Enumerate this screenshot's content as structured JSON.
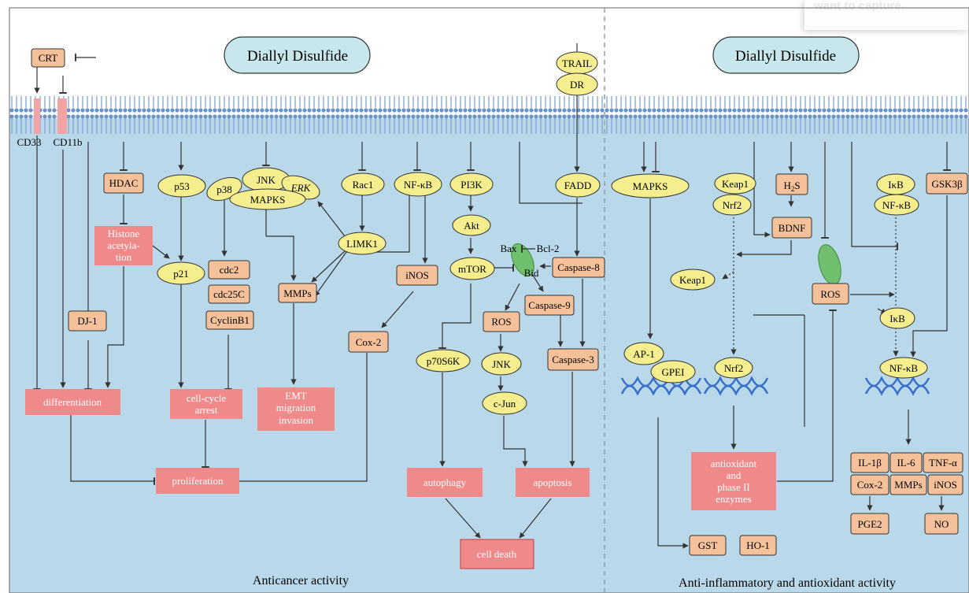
{
  "colors": {
    "cell": "#b9d9ea",
    "membrane": "#a9c8e6",
    "oval": "#f4ee8f",
    "orange_box": "#f4c19a",
    "pink_box": "#f08a8a",
    "cloud": "#c8e7ec",
    "divider": "#8a9cb0",
    "line": "#333333",
    "dna": "#3a6fc9",
    "mito": "#6fbf6f"
  },
  "top_right_fragment": "want to capture.",
  "left": {
    "title": "Diallyl Disulfide",
    "caption": "Anticancer activity",
    "receptor_labels": [
      "CD33",
      "CD11b"
    ],
    "nodes": {
      "crt": "CRT",
      "hdac": "HDAC",
      "histone": [
        "Histone",
        "acetyla-",
        "tion"
      ],
      "dj1": "DJ-1",
      "differentiation": "differentiation",
      "p53": "p53",
      "p21": "p21",
      "cell_cycle": [
        "cell-cycle",
        "arrest"
      ],
      "proliferation": "proliferation",
      "p38": "p38",
      "jnk": "JNK",
      "erk": "ERK",
      "mapks": "MAPKS",
      "cdc2": "cdc2",
      "cdc25c": "cdc25C",
      "cyclinb1": "CyclinB1",
      "rac1": "Rac1",
      "limk1": "LIMK1",
      "mmps": "MMPs",
      "emt": [
        "EMT",
        "migration",
        "invasion"
      ],
      "nfkb": "NF-κB",
      "inos": "iNOS",
      "cox2": "Cox-2",
      "pi3k": "PI3K",
      "akt": "Akt",
      "mtor": "mTOR",
      "p70s6k": "p70S6K",
      "autophagy": "autophagy",
      "bax": "Bax",
      "bcl2": "Bcl-2",
      "bid": "Bid",
      "ros": "ROS",
      "jnk2": "JNK",
      "cjun": "c-Jun",
      "trail": "TRAIL",
      "dr": "DR",
      "fadd": "FADD",
      "casp8": "Caspase-8",
      "casp9": "Caspase-9",
      "casp3": "Caspase-3",
      "apoptosis": "apoptosis",
      "cell_death": "cell death"
    }
  },
  "right": {
    "title": "Diallyl Disulfide",
    "caption": "Anti-inflammatory and antioxidant activity",
    "nodes": {
      "mapks": "MAPKS",
      "keap1": "Keap1",
      "nrf2": "Nrf2",
      "h2s": "H",
      "h2s_sub": "2",
      "h2s_tail": "S",
      "bdnf": "BDNF",
      "keap1b": "Keap1",
      "ikb": "IκB",
      "nfkb": "NF-κB",
      "gsk": "GSK3β",
      "ros": "ROS",
      "ikb2": "IκB",
      "ap1": "AP-1",
      "gpei": "GPEI",
      "nrf2b": "Nrf2",
      "nfkb2": "NF-κB",
      "antioxidant": [
        "antioxidant",
        "and",
        "phase II",
        "enzymes"
      ],
      "gst": "GST",
      "ho1": "HO-1",
      "il1b": "IL-1β",
      "il6": "IL-6",
      "tnfa": "TNF-α",
      "cox2": "Cox-2",
      "mmps": "MMPs",
      "inos": "iNOS",
      "pge2": "PGE2",
      "no": "NO"
    }
  }
}
